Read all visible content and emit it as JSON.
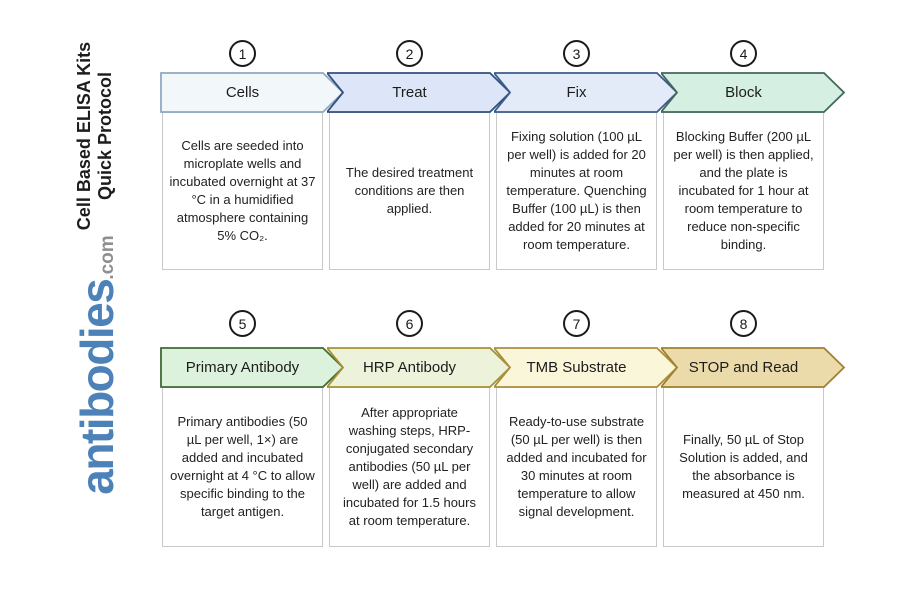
{
  "sidebar": {
    "title_line1": "Cell Based ELISA Kits",
    "title_line2": "Quick Protocol",
    "logo_text": "antibodies",
    "logo_suffix": ".com",
    "logo_color": "#4d82b8",
    "logo_suffix_color": "#8f8f8f"
  },
  "steps": [
    {
      "number": "1",
      "label": "Cells",
      "description": "Cells are seeded into microplate wells and incubated overnight at 37 °C in a humidified atmosphere containing 5% CO₂.",
      "fill": "#f2f7fa",
      "border": "#8fa9c4"
    },
    {
      "number": "2",
      "label": "Treat",
      "description": "The desired treatment conditions are then applied.",
      "fill": "#dce6f8",
      "border": "#30507e"
    },
    {
      "number": "3",
      "label": "Fix",
      "description": "Fixing solution (100 µL per well) is added for 20 minutes at room temperature. Quenching Buffer (100 µL) is then added for 20 minutes at room temperature.",
      "fill": "#e3eaf8",
      "border": "#3a5c8c"
    },
    {
      "number": "4",
      "label": "Block",
      "description": "Blocking Buffer (200 µL per well) is then applied, and the plate is incubated for 1 hour at room temperature to reduce non-specific binding.",
      "fill": "#d6efe3",
      "border": "#41685c"
    },
    {
      "number": "5",
      "label": "Primary Antibody",
      "description": "Primary antibodies (50 µL per well, 1×) are added and incubated overnight at 4 °C to allow specific binding to the target antigen.",
      "fill": "#ddf2dc",
      "border": "#3f6b33"
    },
    {
      "number": "6",
      "label": "HRP Antibody",
      "description": "After appropriate washing steps, HRP-conjugated secondary antibodies (50 µL per well) are added and incubated for 1.5 hours at room temperature.",
      "fill": "#edf2da",
      "border": "#a8922e"
    },
    {
      "number": "7",
      "label": "TMB Substrate",
      "description": "Ready-to-use substrate (50 µL per well) is then added and incubated for 30 minutes at room temperature to allow signal development.",
      "fill": "#faf6d9",
      "border": "#ad8d3e"
    },
    {
      "number": "8",
      "label": "STOP and Read",
      "description": "Finally, 50 µL of Stop Solution is added, and the absorbance is measured at 450 nm.",
      "fill": "#ecdbaa",
      "border": "#a3802e"
    }
  ]
}
